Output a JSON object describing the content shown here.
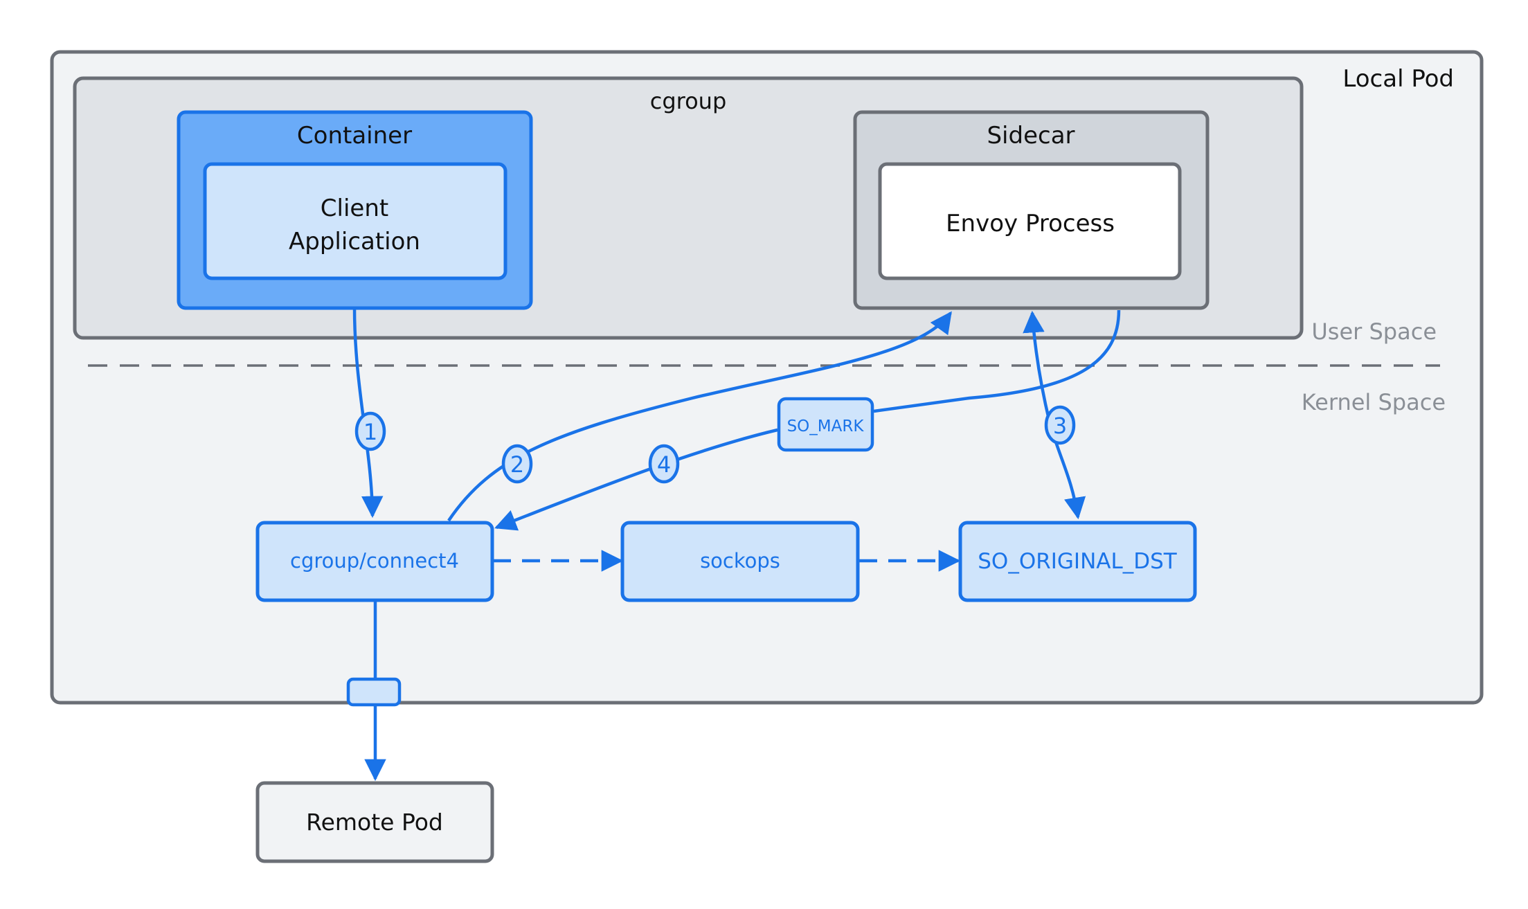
{
  "colors": {
    "accent_blue": "#1a73e8",
    "light_blue_fill": "#cfe4fb",
    "container_blue_fill": "#6aabf8",
    "gray_stroke": "#6b6f76",
    "panel_fill": "#f1f3f5",
    "cgroup_fill": "#e0e3e7",
    "sidecar_fill": "#d0d5db",
    "annotation_gray": "#8a8f96"
  },
  "local_pod": {
    "label": "Local Pod"
  },
  "cgroup": {
    "label": "cgroup"
  },
  "container": {
    "title": "Container",
    "client_app": {
      "line1": "Client",
      "line2": "Application"
    }
  },
  "sidecar": {
    "title": "Sidecar",
    "envoy": {
      "label": "Envoy Process"
    }
  },
  "spaces": {
    "user_space": "User Space",
    "kernel_space": "Kernel Space"
  },
  "kernel": {
    "connect4": "cgroup/connect4",
    "sockops": "sockops",
    "so_original_dst": "SO_ORIGINAL_DST",
    "so_mark": "SO_MARK"
  },
  "steps": {
    "s1": "1",
    "s2": "2",
    "s3": "3",
    "s4": "4"
  },
  "remote_pod": {
    "label": "Remote Pod"
  }
}
